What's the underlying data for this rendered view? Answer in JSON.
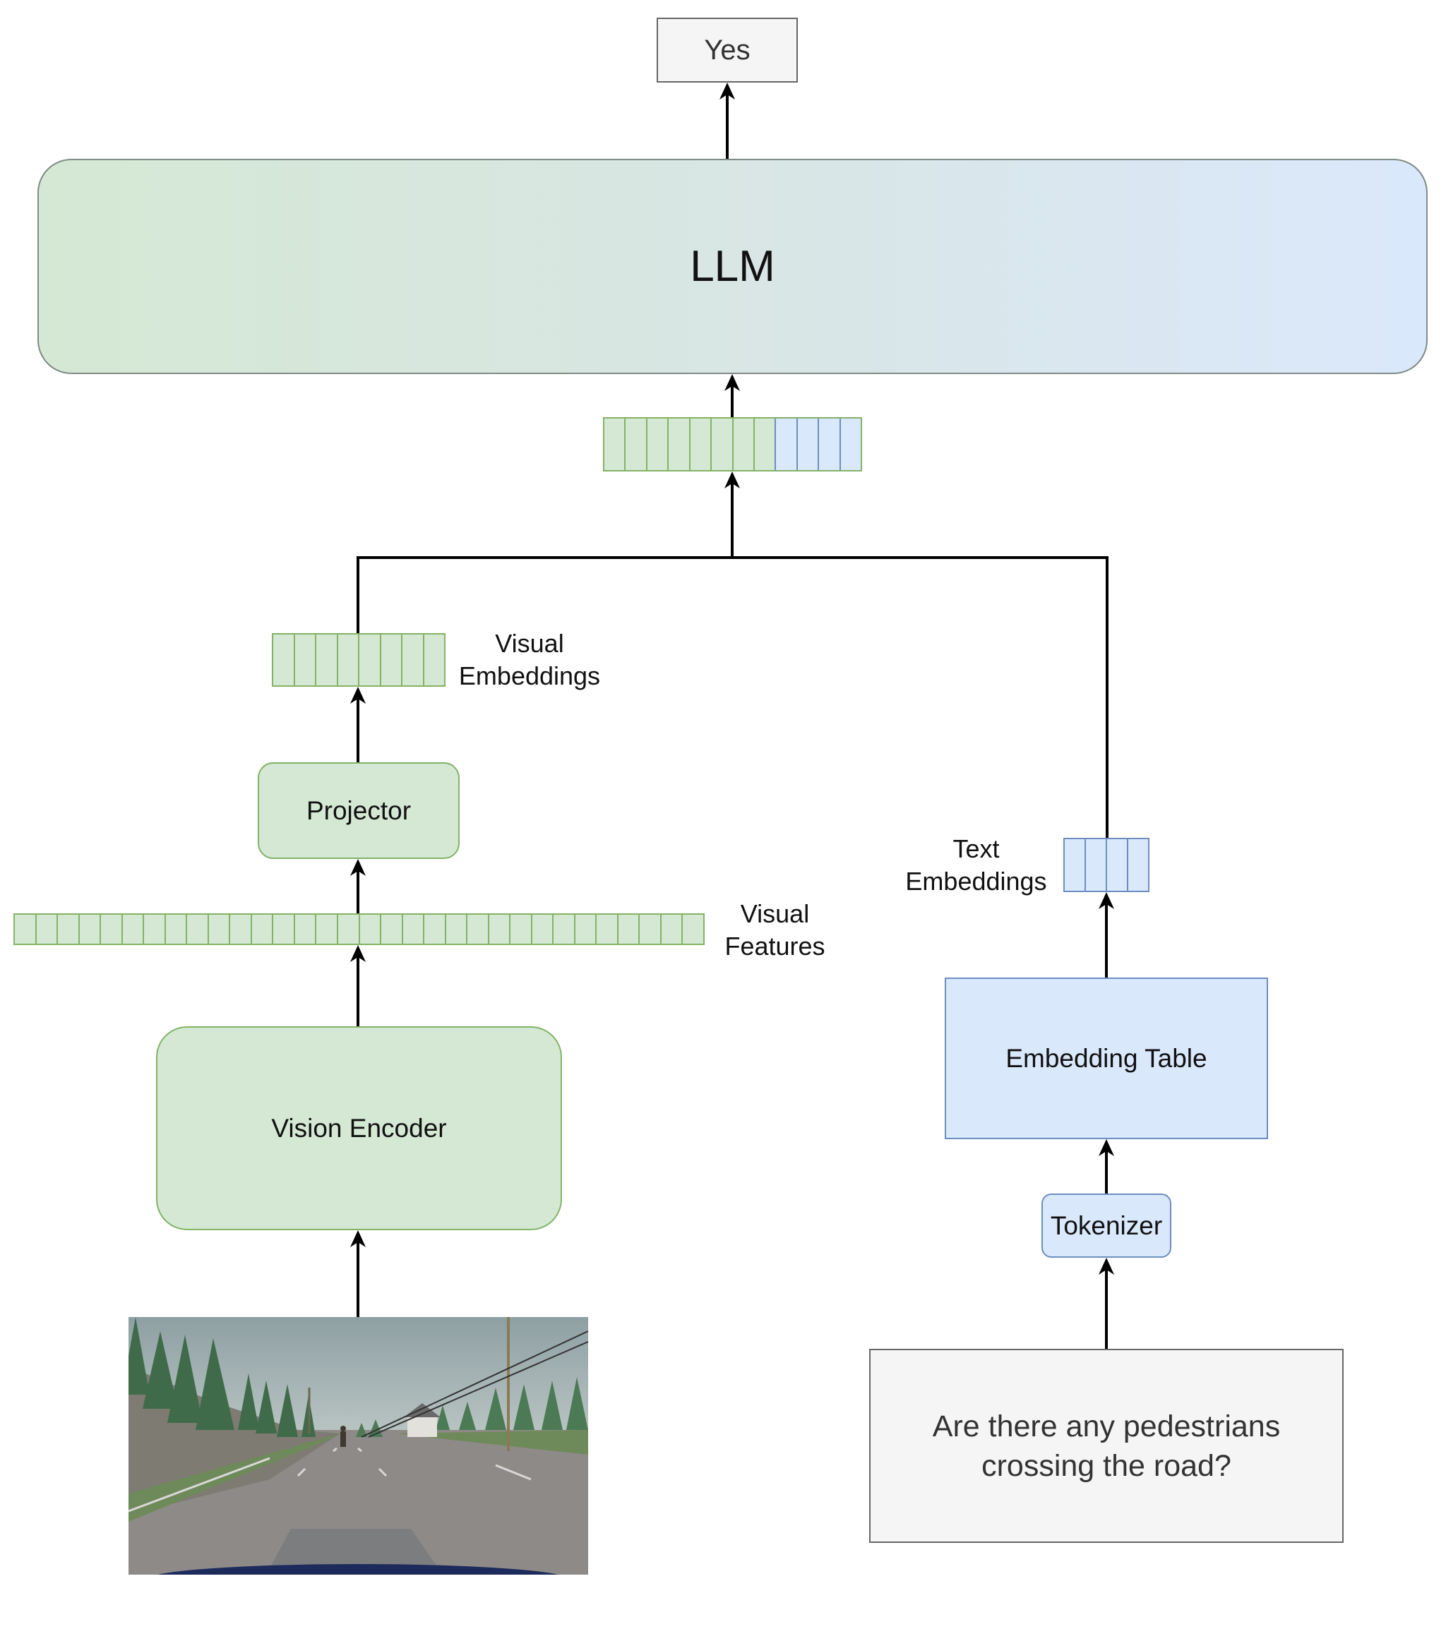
{
  "diagram": {
    "output": {
      "label": "Yes"
    },
    "llm": {
      "label": "LLM"
    },
    "combined_tokens": {
      "visual_count": 8,
      "text_count": 4
    },
    "visual_embeddings": {
      "label_line1": "Visual",
      "label_line2": "Embeddings",
      "count": 8
    },
    "projector": {
      "label": "Projector"
    },
    "visual_features": {
      "label_line1": "Visual",
      "label_line2": "Features",
      "count": 32
    },
    "vision_encoder": {
      "label": "Vision Encoder"
    },
    "input_image": {
      "description": "Driving scene: road ahead with a pedestrian crossing, pine trees, power lines, house"
    },
    "text_embeddings": {
      "label_line1": "Text",
      "label_line2": "Embeddings",
      "count": 4
    },
    "embedding_table": {
      "label": "Embedding Table"
    },
    "tokenizer": {
      "label": "Tokenizer"
    },
    "question": {
      "line1": "Are there any pedestrians",
      "line2": "crossing the road?"
    }
  },
  "colors": {
    "visual_fill": "#d5e8d4",
    "visual_stroke": "#82b366",
    "text_fill": "#dae8fc",
    "text_stroke": "#6c8ebf",
    "io_fill": "#f5f5f5",
    "io_stroke": "#666666",
    "arrow": "#000000"
  }
}
